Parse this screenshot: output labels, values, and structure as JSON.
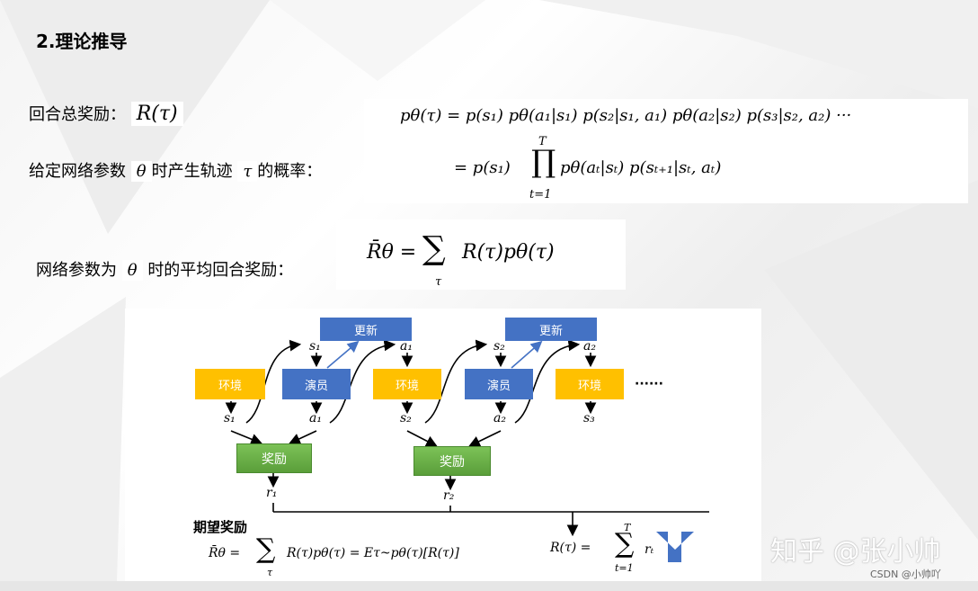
{
  "title": "2.理论推导",
  "episode_reward": {
    "label": "回合总奖励：",
    "formula": "R(τ)"
  },
  "trajectory_prob": {
    "label_a": "给定网络参数",
    "theta": "θ",
    "label_b": "时产生轨迹",
    "tau": "τ",
    "label_c": "的概率："
  },
  "avg_reward": {
    "label_a": "网络参数为",
    "theta": "θ",
    "label_b": "时的平均回合奖励："
  },
  "prob_equation": {
    "line1": "pθ(τ) = p(s₁) pθ(a₁|s₁) p(s₂|s₁, a₁) pθ(a₂|s₂) p(s₃|s₂, a₂) ···",
    "line2_lhs": "= p(s₁)",
    "prod_upper": "T",
    "prod_symbol": "∏",
    "prod_lower": "t=1",
    "line2_rhs": "pθ(aₜ|sₜ) p(sₜ₊₁|sₜ, aₜ)"
  },
  "avg_equation": {
    "lhs": "R̄θ =",
    "sum_symbol": "∑",
    "sum_lower": "τ",
    "rhs": "R(τ)pθ(τ)"
  },
  "diagram": {
    "update_label": "更新",
    "env_label": "环境",
    "actor_label": "演员",
    "reward_label": "奖励",
    "ellipsis": "······",
    "s1": "s₁",
    "a1": "a₁",
    "s2": "s₂",
    "a2": "a₂",
    "s3": "s₃",
    "r1": "r₁",
    "r2": "r₂",
    "expected_reward_title": "期望奖励",
    "expected_formula_lhs": "R̄θ =",
    "expected_formula_rhs": "R(τ)pθ(τ)  = Eτ~pθ(τ)[R(τ)]",
    "sum_symbol": "∑",
    "sum_lower": "τ",
    "return_lhs": "R(τ) =",
    "return_upper": "T",
    "return_lower": "t=1",
    "return_rhs": "rₜ",
    "arrow_color": "#4472c4"
  },
  "watermark": "知乎 @张小帅",
  "source": "CSDN @小帅吖"
}
